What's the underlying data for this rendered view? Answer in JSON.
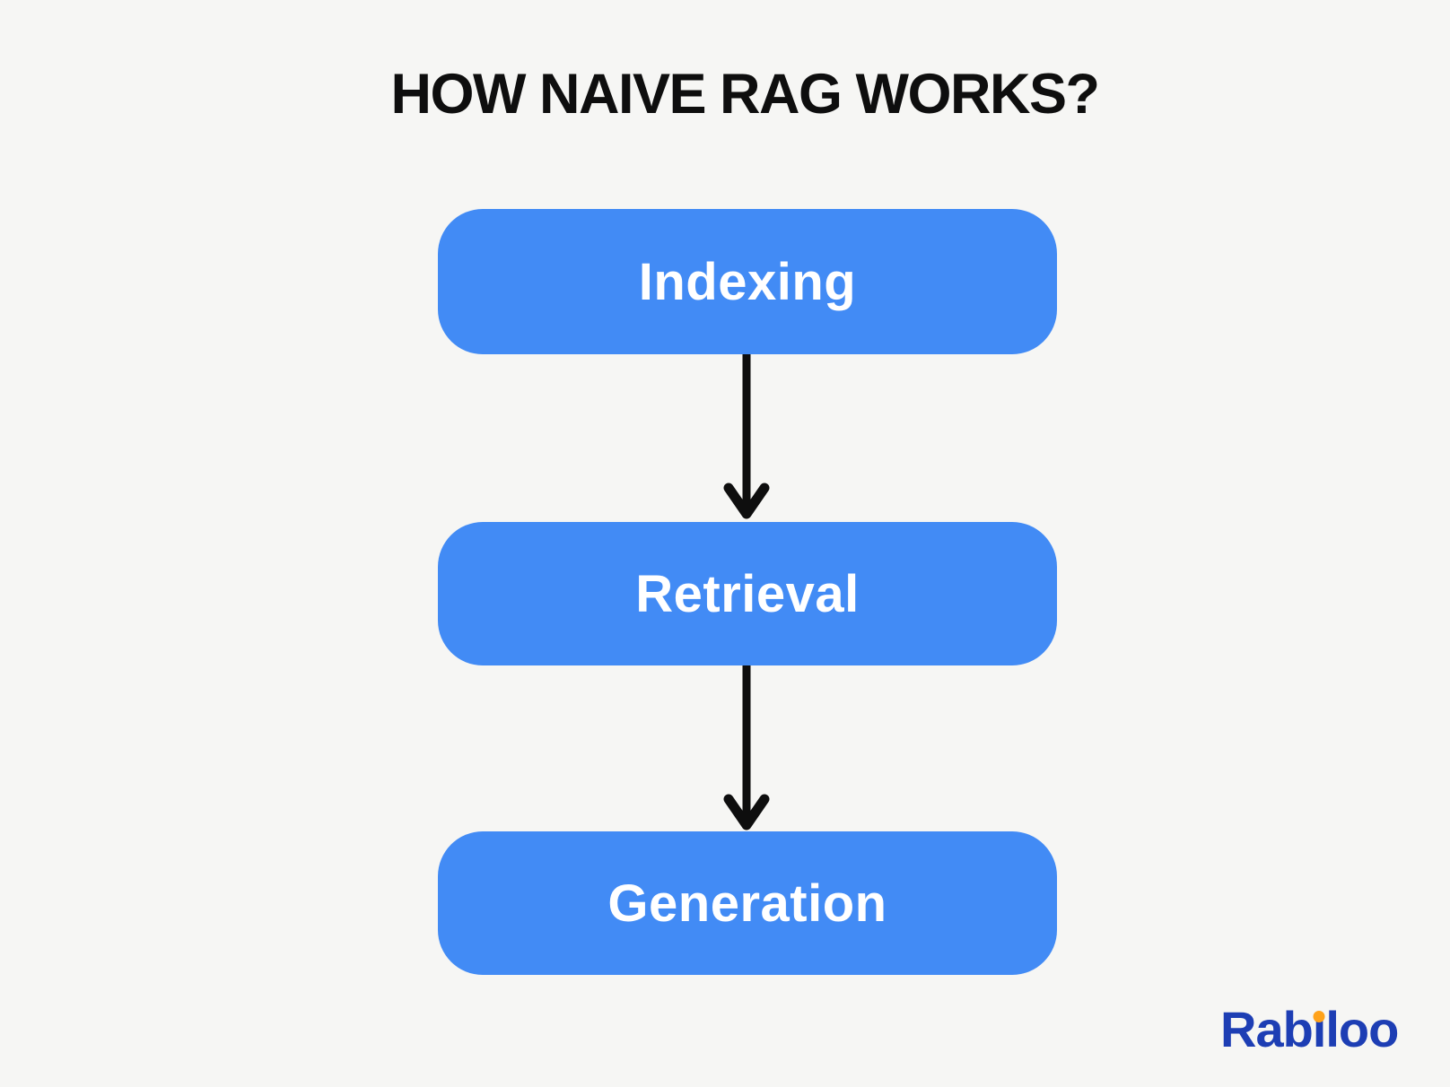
{
  "title": "HOW NAIVE RAG WORKS?",
  "flow": {
    "direction": "top-down",
    "steps": [
      {
        "label": "Indexing"
      },
      {
        "label": "Retrieval"
      },
      {
        "label": "Generation"
      }
    ],
    "connectors": [
      {
        "from": "Indexing",
        "to": "Retrieval",
        "style": "arrow-down"
      },
      {
        "from": "Retrieval",
        "to": "Generation",
        "style": "arrow-down"
      }
    ]
  },
  "branding": {
    "logo_text": "Rabiloo",
    "logo_prefix": "Rab",
    "logo_i": "ı",
    "logo_suffix": "loo"
  },
  "colors": {
    "background": "#F6F6F4",
    "box_fill": "#428BF5",
    "box_text": "#FFFFFF",
    "title_text": "#0E0E0E",
    "arrow": "#0E0E0E",
    "logo_blue": "#1D3EB4",
    "logo_dot_orange": "#FFA21A"
  }
}
